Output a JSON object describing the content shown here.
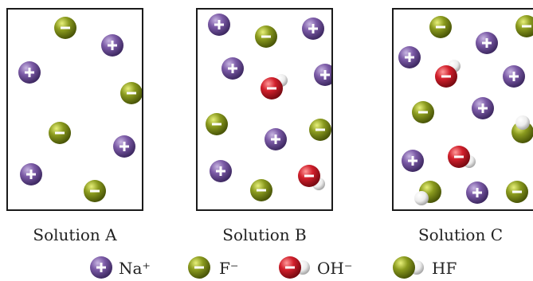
{
  "solutions": [
    {
      "label": "Solution A"
    },
    {
      "label": "Solution B"
    },
    {
      "label": "Solution C"
    }
  ],
  "legend": {
    "na": "Na⁺",
    "f": "F⁻",
    "oh": "OH⁻",
    "hf": "HF"
  },
  "colors": {
    "na": "#7b5aa6",
    "f": "#8a9a1e",
    "o": "#d11f2b",
    "h": "#f2f2f2",
    "border": "#1a1a1a"
  },
  "icons": {
    "na": "sodium-cation-icon",
    "f": "fluoride-anion-icon",
    "oh": "hydroxide-anion-icon",
    "hf": "hydrogen-fluoride-molecule-icon"
  }
}
